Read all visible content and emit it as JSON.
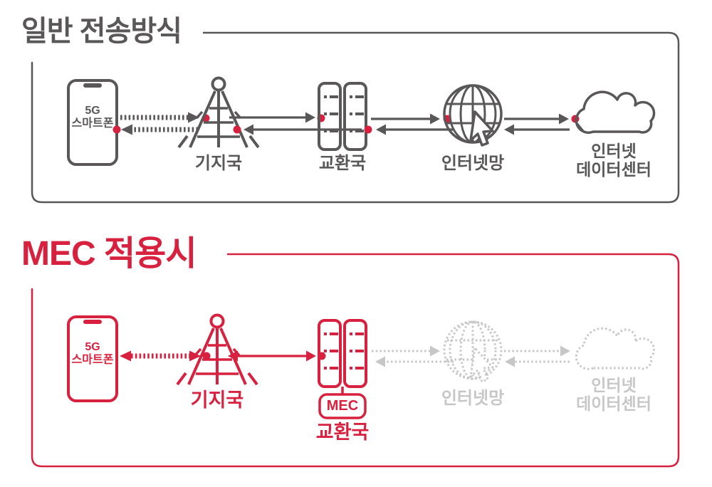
{
  "colors": {
    "ink": "#595757",
    "red": "#d8213f",
    "ghost_gray": "#c7c7c7",
    "connection_dot": "#d8213f",
    "background": "#ffffff"
  },
  "icons": {
    "phone": "smartphone-outline",
    "base_station": "transmission-tower",
    "exchange": "server-racks",
    "internet": "globe-with-cursor",
    "datacenter": "cloud-outline",
    "mec": "rounded-rect-badge"
  },
  "normal_panel": {
    "title": "일반 전송방식",
    "phone_line1": "5G",
    "phone_line2": "스마트폰",
    "base_station": "기지국",
    "exchange": "교환국",
    "internet": "인터넷망",
    "datacenter_line1": "인터넷",
    "datacenter_line2": "데이터센터"
  },
  "mec_panel": {
    "title": "MEC 적용시",
    "phone_line1": "5G",
    "phone_line2": "스마트폰",
    "base_station": "기지국",
    "exchange": "교환국",
    "mec_badge": "MEC",
    "internet": "인터넷망",
    "datacenter_line1": "인터넷",
    "datacenter_line2": "데이터센터"
  }
}
